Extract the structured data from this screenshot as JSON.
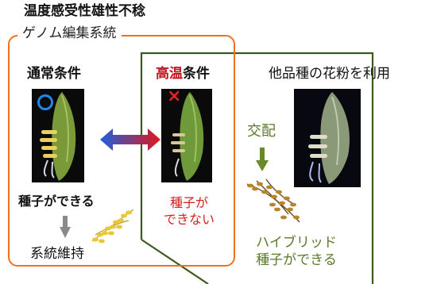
{
  "title": "温度感受性雄性不稔",
  "system": {
    "label": "ゲノム編集系統",
    "normal_heading": "通常条件",
    "high_temp_heading_prefix": "高温",
    "high_temp_heading_suffix": "条件",
    "normal_mark": "circle",
    "high_temp_mark": "×",
    "normal_result": "種子ができる",
    "maintenance": "系統維持",
    "high_temp_result_line1": "種子が",
    "high_temp_result_line2": "できない"
  },
  "cross": {
    "heading": "他品種の花粉を利用",
    "action": "交配",
    "result_line1": "ハイブリッド",
    "result_line2": "種子ができる"
  },
  "colors": {
    "system_box": "#f07020",
    "cross_box": "#3c5a1e",
    "high_temp_text": "#d42020",
    "cross_text": "#5a7a2a",
    "ok_mark": "#2288e8",
    "ng_mark": "#e8202a"
  }
}
